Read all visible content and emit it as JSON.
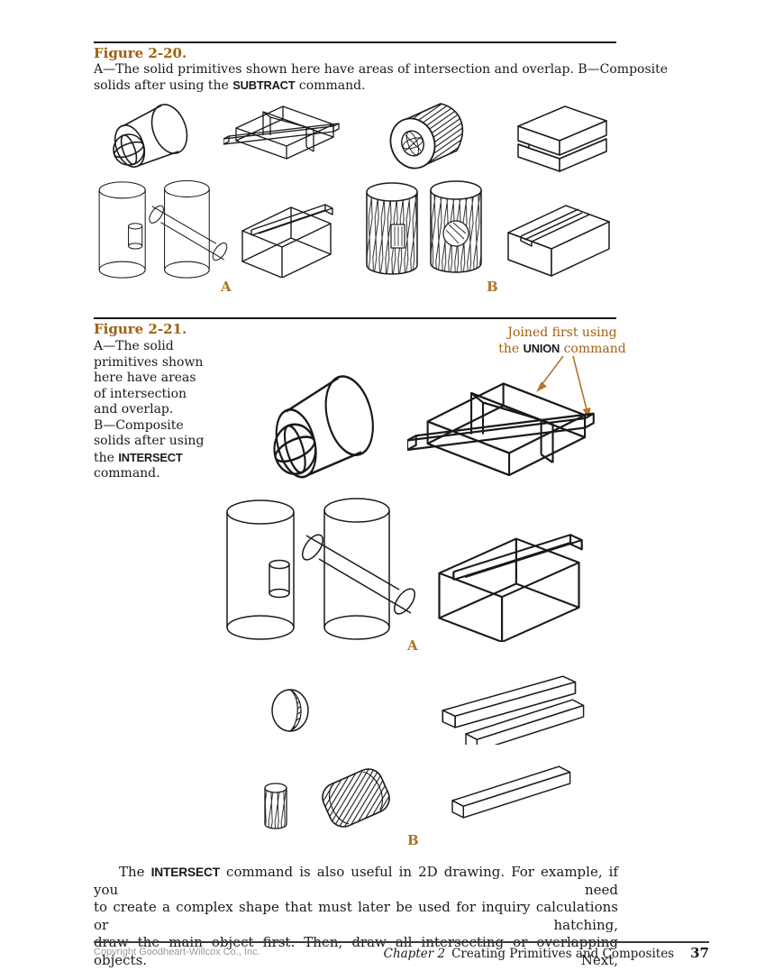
{
  "figure_2_20": {
    "title": "Figure 2-20.",
    "caption_line1": "A—The solid primitives shown here have areas of intersection and overlap. B—Composite",
    "caption_line2_before": "solids after using the ",
    "command": "SUBTRACT",
    "caption_line2_after": " command.",
    "label_a": "A",
    "label_b": "B",
    "panel_a_drawings": [
      "cylinder-and-sphere-wireframe",
      "interlocked-bars-wireframe",
      "crossing-cylinders-wireframe",
      "box-and-bar-wireframe"
    ],
    "panel_b_drawings": [
      "cylinder-with-hole-solid",
      "notched-block-solid",
      "two-cylinders-with-holes-solid",
      "slotted-block-solid"
    ]
  },
  "figure_2_21": {
    "title": "Figure 2-21.",
    "caption_lines": [
      "A—The solid",
      "primitives shown",
      "here have areas",
      "of intersection",
      "and overlap.",
      "B—Composite",
      "solids after using"
    ],
    "caption_cmd_before": "the ",
    "command": "INTERSECT",
    "caption_last": "command.",
    "annotation": {
      "line1": "Joined first using",
      "line2_before": "the ",
      "command": "UNION",
      "line2_after": " command"
    },
    "label_a": "A",
    "label_b": "B",
    "panel_a_drawings": [
      "cylinder-and-sphere-wireframe",
      "joined-bars-wireframe",
      "cylinder-with-band-wireframe",
      "crossing-cylinders-wireframe",
      "box-and-bar-wireframe"
    ],
    "panel_b_drawings": [
      "lens-intersection-solid",
      "two-bars-solid",
      "small-cylinder-solid",
      "angled-cylinder-solid",
      "long-bar-solid"
    ]
  },
  "paragraph": {
    "l1_before": "The ",
    "command": "INTERSECT",
    "l1_after": " command is also useful in 2D drawing. For example, if you need",
    "l2": "to create a complex shape that must later be used for inquiry calculations or hatching,",
    "l3": "draw the main object first. Then, draw all intersecting or overlapping objects. Next,"
  },
  "footer": {
    "copyright": "Copyright Goodheart-Willcox Co., Inc.",
    "chapter_label": "Chapter 2",
    "chapter_title": "Creating Primitives and Composites",
    "page_number": "37"
  },
  "colors": {
    "accent_brown": "#a2600e",
    "label_brown": "#b0722a",
    "line_art": "#1a1a1a",
    "footer_gray": "#9a9a9a"
  }
}
